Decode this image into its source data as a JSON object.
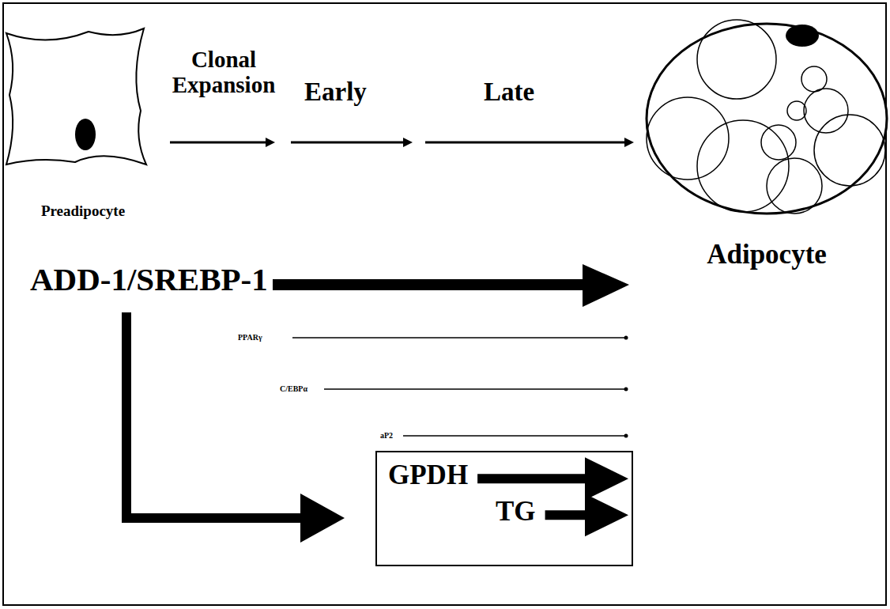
{
  "diagram": {
    "nodes": [
      {
        "text": [
          "GPDH",
          "TG"
        ]
      }
    ],
    "labels": [
      "Clonal Expansion",
      "Early",
      "Late",
      "Preadipocyte",
      "Adipocyte",
      "ADD-1/SREBP-1",
      "PPARγ",
      "C/EBPα",
      "aP2"
    ]
  }
}
